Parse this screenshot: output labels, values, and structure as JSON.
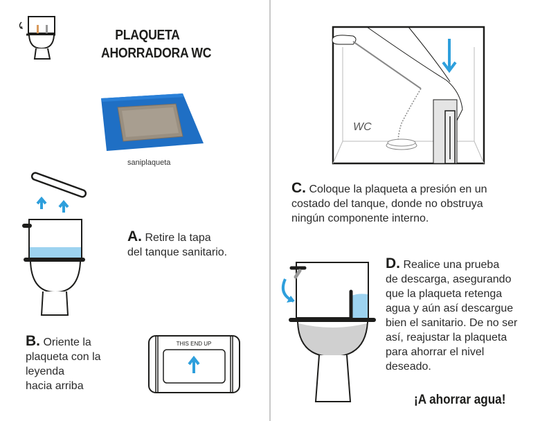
{
  "header": {
    "title_line1": "PLAQUETA",
    "title_line2": "AHORRADORA WC",
    "product_caption": "saniplaqueta"
  },
  "steps": [
    {
      "letter": "A.",
      "text": "Retire la tapa del tanque sanitario.",
      "lines": [
        "Retire la tapa",
        "del tanque sanitario."
      ]
    },
    {
      "letter": "B.",
      "text": "Oriente la plaqueta con la leyenda hacia arriba",
      "lines": [
        "Oriente la",
        "plaqueta con la",
        "leyenda",
        "hacia arriba"
      ]
    },
    {
      "letter": "C.",
      "text": "Coloque la plaqueta a presión en un costado del tanque, donde no obstruya ningún componente interno.",
      "lines": [
        "Coloque la plaqueta a presión en un",
        "costado del tanque, donde no obstruya",
        "ningún componente interno."
      ]
    },
    {
      "letter": "D.",
      "text": "Realice una prueba de descarga, asegurando que la plaqueta retenga agua y aún así descargue bien el sanitario. De no ser así, reajustar la plaqueta para ahorrar el nivel deseado.",
      "lines": [
        "Realice una prueba",
        "de descarga, asegurando",
        "que la plaqueta retenga",
        "agua y aún así descargue",
        "bien el sanitario. De no ser",
        "así, reajustar la plaqueta",
        "para ahorrar el nivel",
        "deseado."
      ]
    }
  ],
  "illustrations": {
    "plate_label": "THIS END UP",
    "tank_label": "WC"
  },
  "footer": {
    "cta": "¡A ahorrar agua!"
  },
  "colors": {
    "accent_blue": "#2e9fdc",
    "water_blue": "#9dd3f0",
    "plate_blue": "#1f6fc4",
    "ink": "#1d1d1b",
    "divider": "#c8c8c8"
  }
}
